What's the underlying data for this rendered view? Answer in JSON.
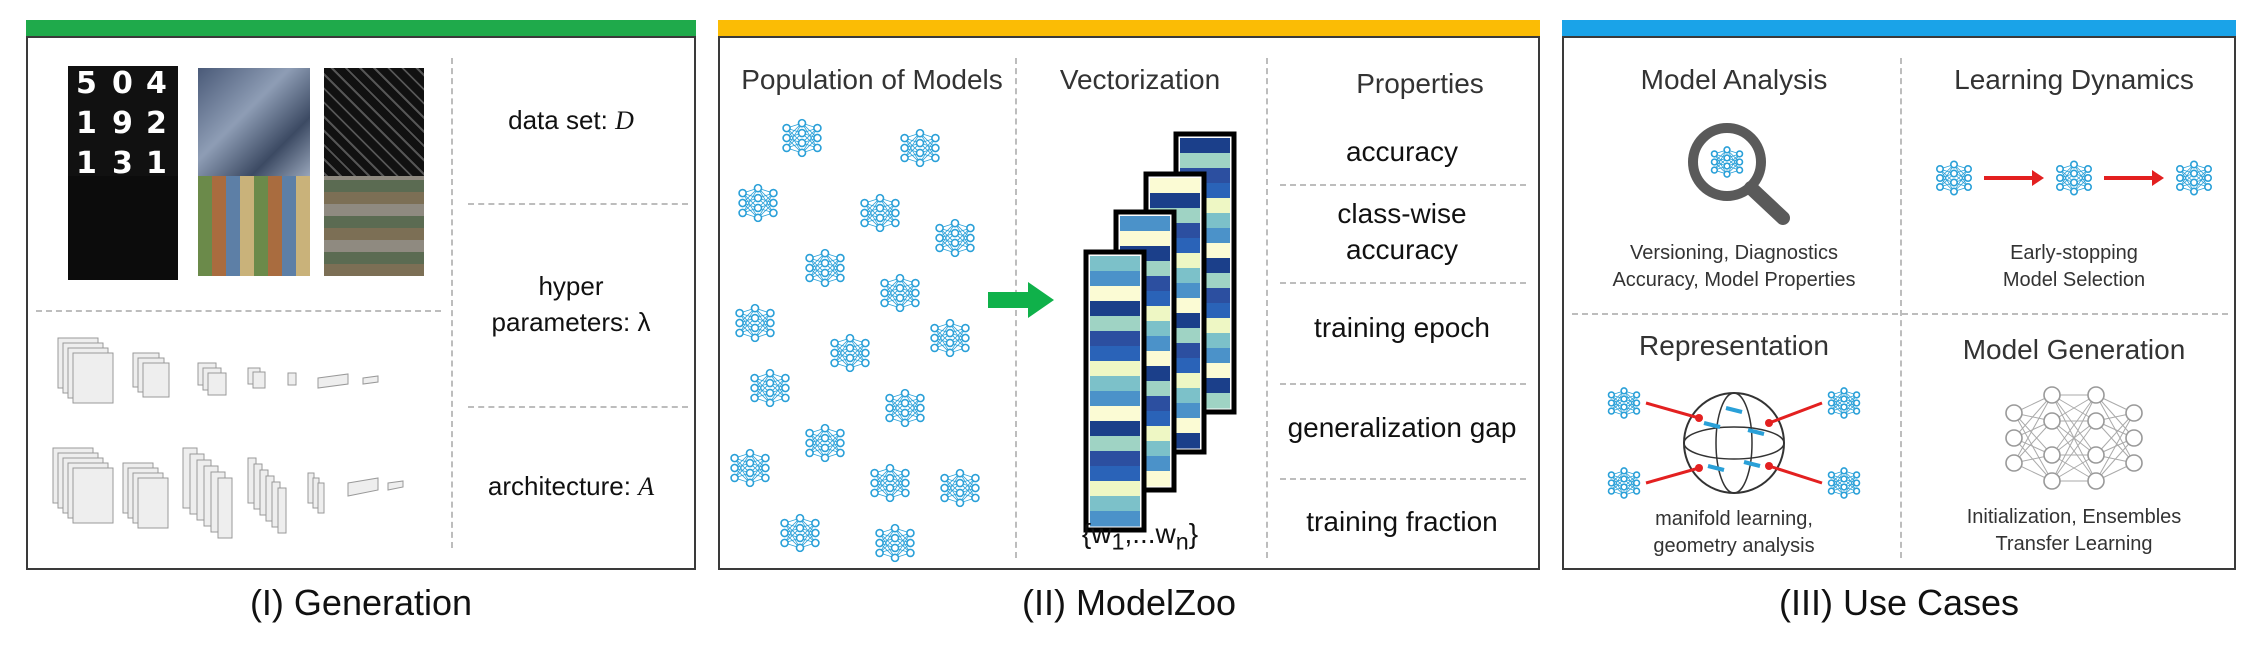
{
  "colors": {
    "generation_bar": "#1faa4b",
    "modelzoo_bar": "#fbbc05",
    "usecases_bar": "#1aa3e8",
    "network": "#2aa0d8",
    "arrow_green": "#0fb14a",
    "arrow_red": "#e32020"
  },
  "generation": {
    "caption": "(I) Generation",
    "dataset_label": "data set: ",
    "dataset_symbol": "D",
    "hyper_label_1": "hyper",
    "hyper_label_2": "parameters: λ",
    "arch_label": "architecture: ",
    "arch_symbol": "A",
    "mnist_digits": [
      "5",
      "0",
      "4",
      "1",
      "9",
      "2",
      "1",
      "3",
      "1"
    ]
  },
  "modelzoo": {
    "caption": "(II) ModelZoo",
    "population_title": "Population of Models",
    "vectorization_title": "Vectorization",
    "properties_title": "Properties",
    "weights_label": "{w",
    "weights_sub1": "1",
    "weights_mid": ",...w",
    "weights_subn": "n",
    "weights_end": "}",
    "properties": [
      "accuracy",
      "class-wise",
      "accuracy",
      "training epoch",
      "generalization gap",
      "training fraction"
    ]
  },
  "usecases": {
    "caption": "(III) Use Cases",
    "model_analysis": {
      "title": "Model Analysis",
      "line1": "Versioning, Diagnostics",
      "line2": "Accuracy, Model Properties"
    },
    "learning_dynamics": {
      "title": "Learning Dynamics",
      "line1": "Early-stopping",
      "line2": "Model Selection"
    },
    "representation": {
      "title": "Representation",
      "line1": "manifold learning,",
      "line2": "geometry analysis"
    },
    "model_generation": {
      "title": "Model Generation",
      "line1": "Initialization, Ensembles",
      "line2": "Transfer Learning"
    }
  }
}
